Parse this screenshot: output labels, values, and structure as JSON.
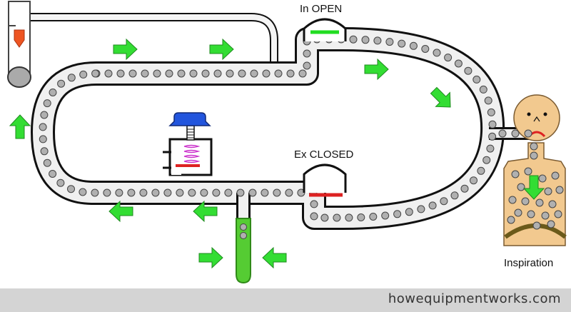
{
  "labels": {
    "inspiratory_valve": "In OPEN",
    "expiratory_valve": "Ex CLOSED",
    "phase": "Inspiration"
  },
  "footer": {
    "site": "howequipmentworks.com"
  },
  "colors": {
    "flow_arrow": "#33dd33",
    "valve_open": "#22dd22",
    "valve_closed": "#dd2222",
    "tube_fill": "#f0f0f0",
    "particle": "#b0b0b0",
    "patient_skin": "#f2c98f",
    "pop_off_cap": "#2255dd",
    "flowmeter_bobbin": "#ee5522",
    "reservoir_bag": "#55cc33"
  },
  "icons": [
    "flow-arrow-icon",
    "patient-icon",
    "flowmeter-icon",
    "reservoir-bag-icon",
    "pop-off-valve-icon"
  ]
}
